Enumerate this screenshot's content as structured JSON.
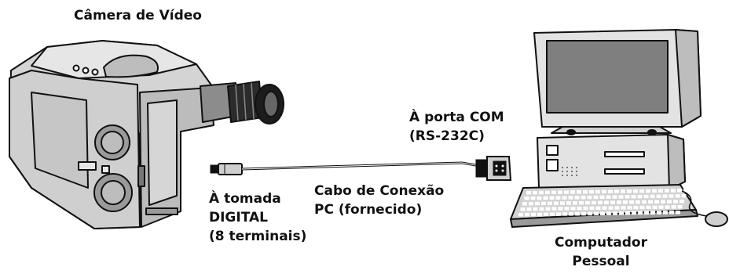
{
  "labels": {
    "camera_title": "Câmera de Vídeo",
    "com_port": [
      "À porta COM",
      "(RS-232C)"
    ],
    "cable": [
      "Cabo de Conexão",
      "PC (fornecido)"
    ],
    "digital_jack": [
      "À tomada",
      "DIGITAL",
      "(8 terminais)"
    ],
    "computer": [
      "Computador",
      "Pessoal"
    ]
  },
  "colors": {
    "outline": "#111111",
    "body_gray": "#d9d9d9",
    "dark_gray": "#555555",
    "screen": "#7f7f7f"
  }
}
